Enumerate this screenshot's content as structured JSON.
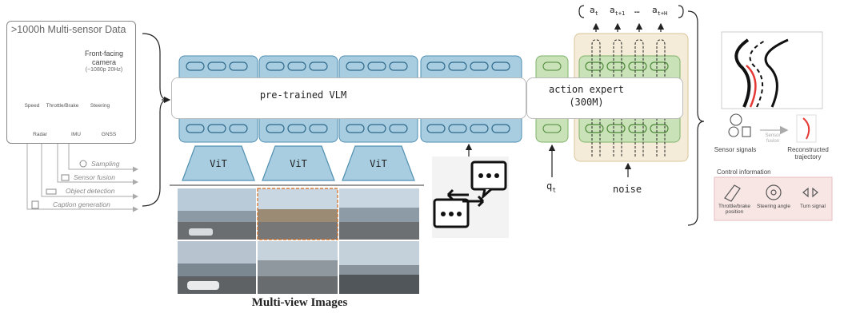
{
  "sensor_panel": {
    "title": ">1000h Multi-sensor Data",
    "camera_label": "Front-facing camera",
    "camera_sub": "(~1080p 20Hz)",
    "sensors": [
      {
        "label": "Speed",
        "icon": "speedometer-icon"
      },
      {
        "label": "Throttle/Brake",
        "icon": "pedal-icon"
      },
      {
        "label": "Steering",
        "icon": "steering-wheel-icon"
      },
      {
        "label": "Radar",
        "icon": "radar-icon"
      },
      {
        "label": "IMU",
        "icon": "imu-icon"
      },
      {
        "label": "GNSS",
        "icon": "gnss-icon"
      }
    ],
    "branches": [
      "Sampling",
      "Sensor fusion",
      "Object detection",
      "Caption generation"
    ]
  },
  "vlm": {
    "label": "pre-trained VLM",
    "vit_labels": [
      "ViT",
      "ViT",
      "ViT"
    ]
  },
  "action_expert": {
    "label": "action expert",
    "params": "(300M)"
  },
  "q_label": "q",
  "q_sub": "t",
  "noise_label": "noise",
  "actions": [
    {
      "base": "a",
      "sub": "t"
    },
    {
      "base": "a",
      "sub": "t+1"
    },
    {
      "base": "…",
      "sub": ""
    },
    {
      "base": "a",
      "sub": "t+H"
    }
  ],
  "right_panel": {
    "sensor_signals": "Sensor signals",
    "sensor_fusion": "Sensor fusion",
    "reconstructed": "Reconstructed trajectory",
    "control_title": "Control information",
    "controls": [
      {
        "label": "Throttle/brake position",
        "icon": "pedal-icon"
      },
      {
        "label": "Steering angle",
        "icon": "steering-wheel-icon"
      },
      {
        "label": "Turn signal",
        "icon": "turn-signal-icon"
      }
    ]
  },
  "caption": "Multi-view Images",
  "colors": {
    "blue_token": "#a9cde0",
    "blue_border": "#4f8fb2",
    "green_token": "#c9e2b8",
    "green_border": "#7fb36a",
    "tan_bg": "#f4ecd8",
    "right_panel": "#e4f2df"
  }
}
